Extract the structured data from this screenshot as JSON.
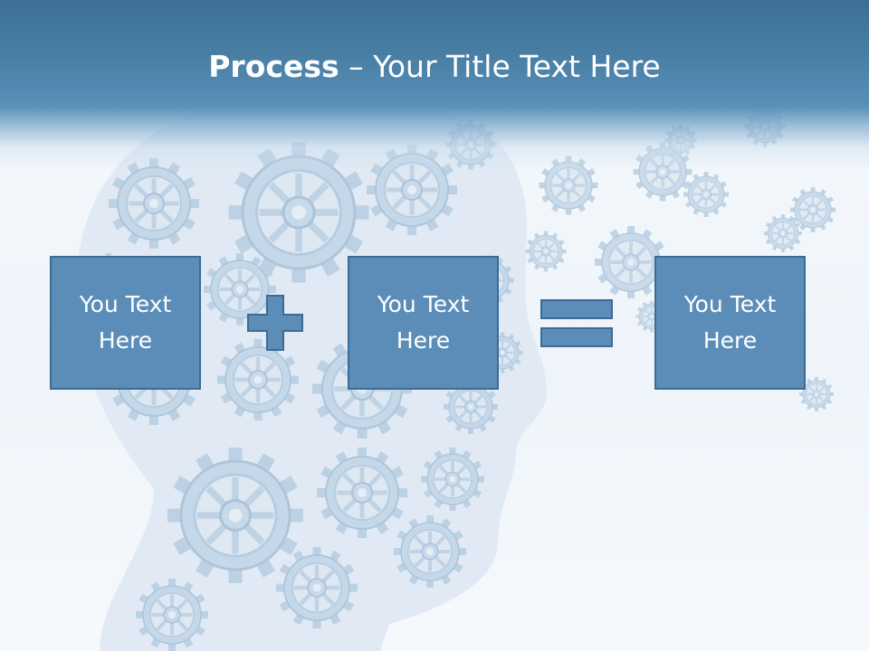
{
  "slide": {
    "title_bold": "Process",
    "title_rest": " – Your Title Text Here",
    "boxes": [
      {
        "line1": "You Text",
        "line2": "Here"
      },
      {
        "line1": "You Text",
        "line2": "Here"
      },
      {
        "line1": "You Text",
        "line2": "Here"
      }
    ],
    "operators": [
      "plus-icon",
      "equals-icon"
    ]
  },
  "colors": {
    "title_band": "#4a80a6",
    "box_fill": "#5b8db8",
    "box_border": "#3d6b93",
    "gear": "#b9cfe2",
    "background": "#f3f7fb"
  }
}
